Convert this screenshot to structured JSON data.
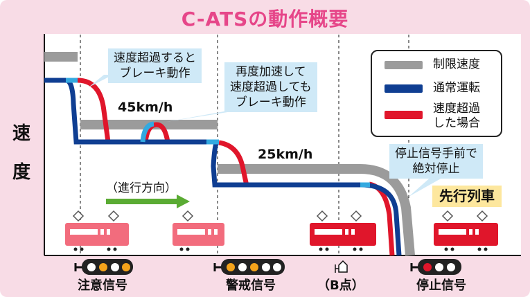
{
  "title": "C-ATSの動作概要",
  "y_axis_label": [
    "速",
    "度"
  ],
  "colors": {
    "limit": "#9b9b9b",
    "normal": "#0f3e92",
    "over": "#e0162b",
    "over_accent": "#33a9e0",
    "title": "#e64689",
    "callout": "#cfe9f7",
    "bg": "#f8dce6"
  },
  "legend": [
    {
      "label": "制限速度",
      "color": "#9b9b9b"
    },
    {
      "label": "通常運転",
      "color": "#0f3e92"
    },
    {
      "label": [
        "速度超過",
        "した場合"
      ],
      "color": "#e0162b"
    }
  ],
  "callouts": {
    "brake_1": [
      "速度超過すると",
      "ブレーキ動作"
    ],
    "brake_2": [
      "再度加速して",
      "速度超過しても",
      "ブレーキ動作"
    ],
    "stop": [
      "停止信号手前で",
      "絶対停止"
    ]
  },
  "speeds": {
    "first": "45km/h",
    "second": "25km/h"
  },
  "direction": "（進行方向）",
  "preceding_train": "先行列車",
  "signals": [
    {
      "label": "注意信号",
      "lamps": [
        "#f4a31b",
        "#f4a31b",
        "#fff",
        "#fff"
      ]
    },
    {
      "label": "警戒信号",
      "lamps": [
        "#f4a31b",
        "#fff",
        "#f4a31b",
        "#fff"
      ]
    },
    {
      "label": "（B点）"
    },
    {
      "label": "停止信号",
      "lamps": [
        "#e0162b",
        "#fff",
        "#fff"
      ]
    }
  ],
  "icons": [
    "diamond-marker-icon",
    "train-icon",
    "arrow-right-icon",
    "signal-icon",
    "beacon-icon"
  ]
}
